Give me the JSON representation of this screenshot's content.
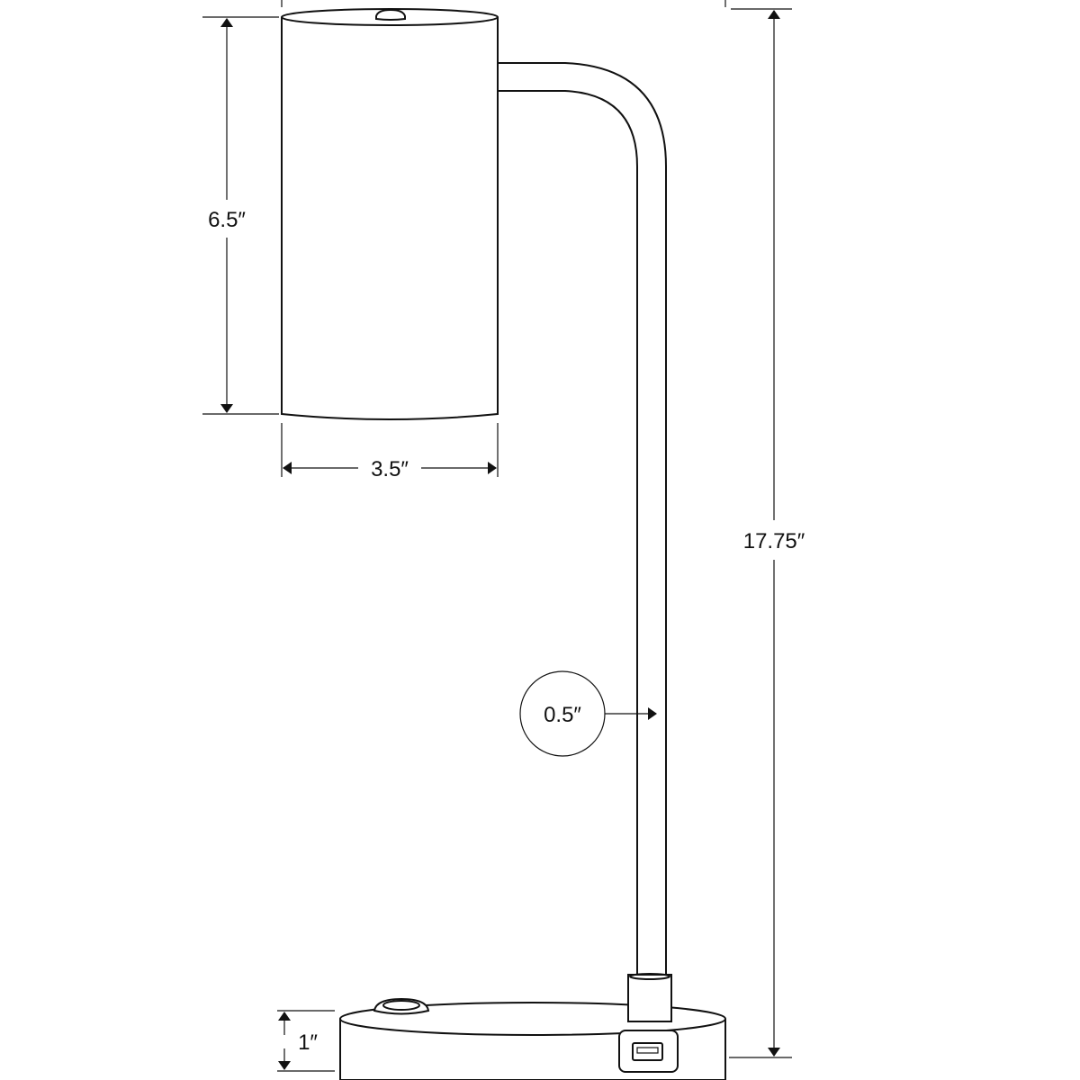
{
  "title": "Desk lamp dimension drawing",
  "dimensions": {
    "shade_height": "6.5″",
    "shade_width": "3.5″",
    "total_height": "17.75″",
    "pole_diameter": "0.5″",
    "base_height": "1″"
  },
  "colors": {
    "line": "#111111",
    "background": "#ffffff"
  }
}
